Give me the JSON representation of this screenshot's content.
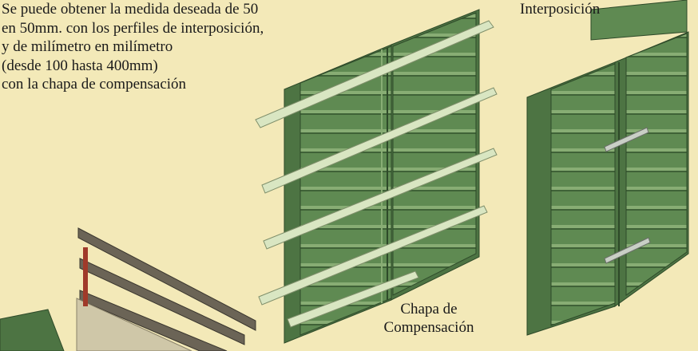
{
  "description_lines": [
    "Se puede obtener la medida deseada de 50",
    "en 50mm. con los perfiles de interposición,",
    "y de milímetro en milímetro",
    "(desde 100 hasta 400mm)",
    "con la chapa de compensación"
  ],
  "labels": {
    "interposicion": "Interposición",
    "chapa_line1": "Chapa de",
    "chapa_line2": "Compensación"
  },
  "colors": {
    "background": "#f3e9b8",
    "panel_green": "#5f8a52",
    "panel_dark": "#3f6237",
    "panel_light": "#88ad74",
    "rail": "#d9e6c2",
    "plank": "#6b6456"
  }
}
